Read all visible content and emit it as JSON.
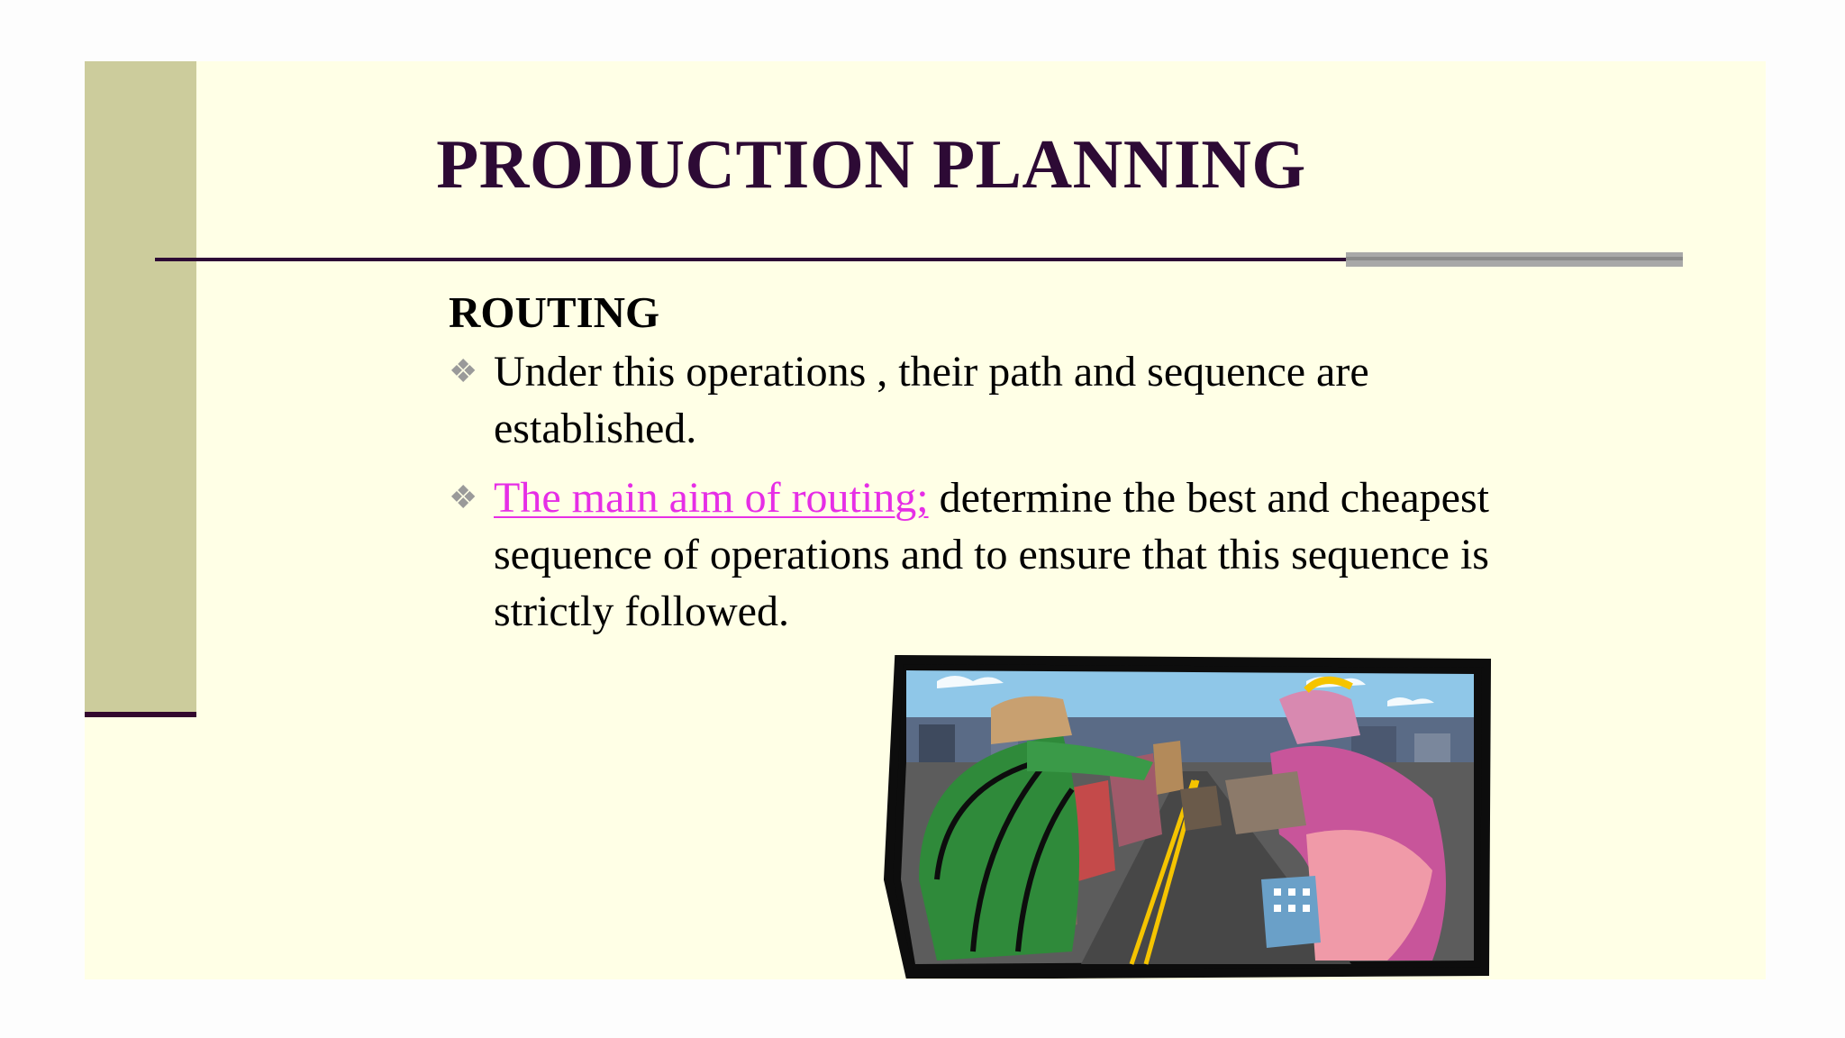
{
  "slide": {
    "title": "PRODUCTION PLANNING",
    "subheading": "ROUTING",
    "bullets": [
      {
        "link_text": "",
        "text": "Under this operations , their path and sequence are established."
      },
      {
        "link_text": "The main aim of routing;",
        "text": " determine the best and cheapest sequence of operations and to ensure that this sequence is strictly followed."
      }
    ],
    "bullet_icon": "diamond-bullet-icon",
    "clipart_icon": "city-road-clipart-icon"
  },
  "colors": {
    "slide_background": "#ffffe6",
    "side_bar": "#cccc9c",
    "title": "#2d0a35",
    "link": "#e62ee6",
    "accent_bar": "#a8a8a8"
  }
}
